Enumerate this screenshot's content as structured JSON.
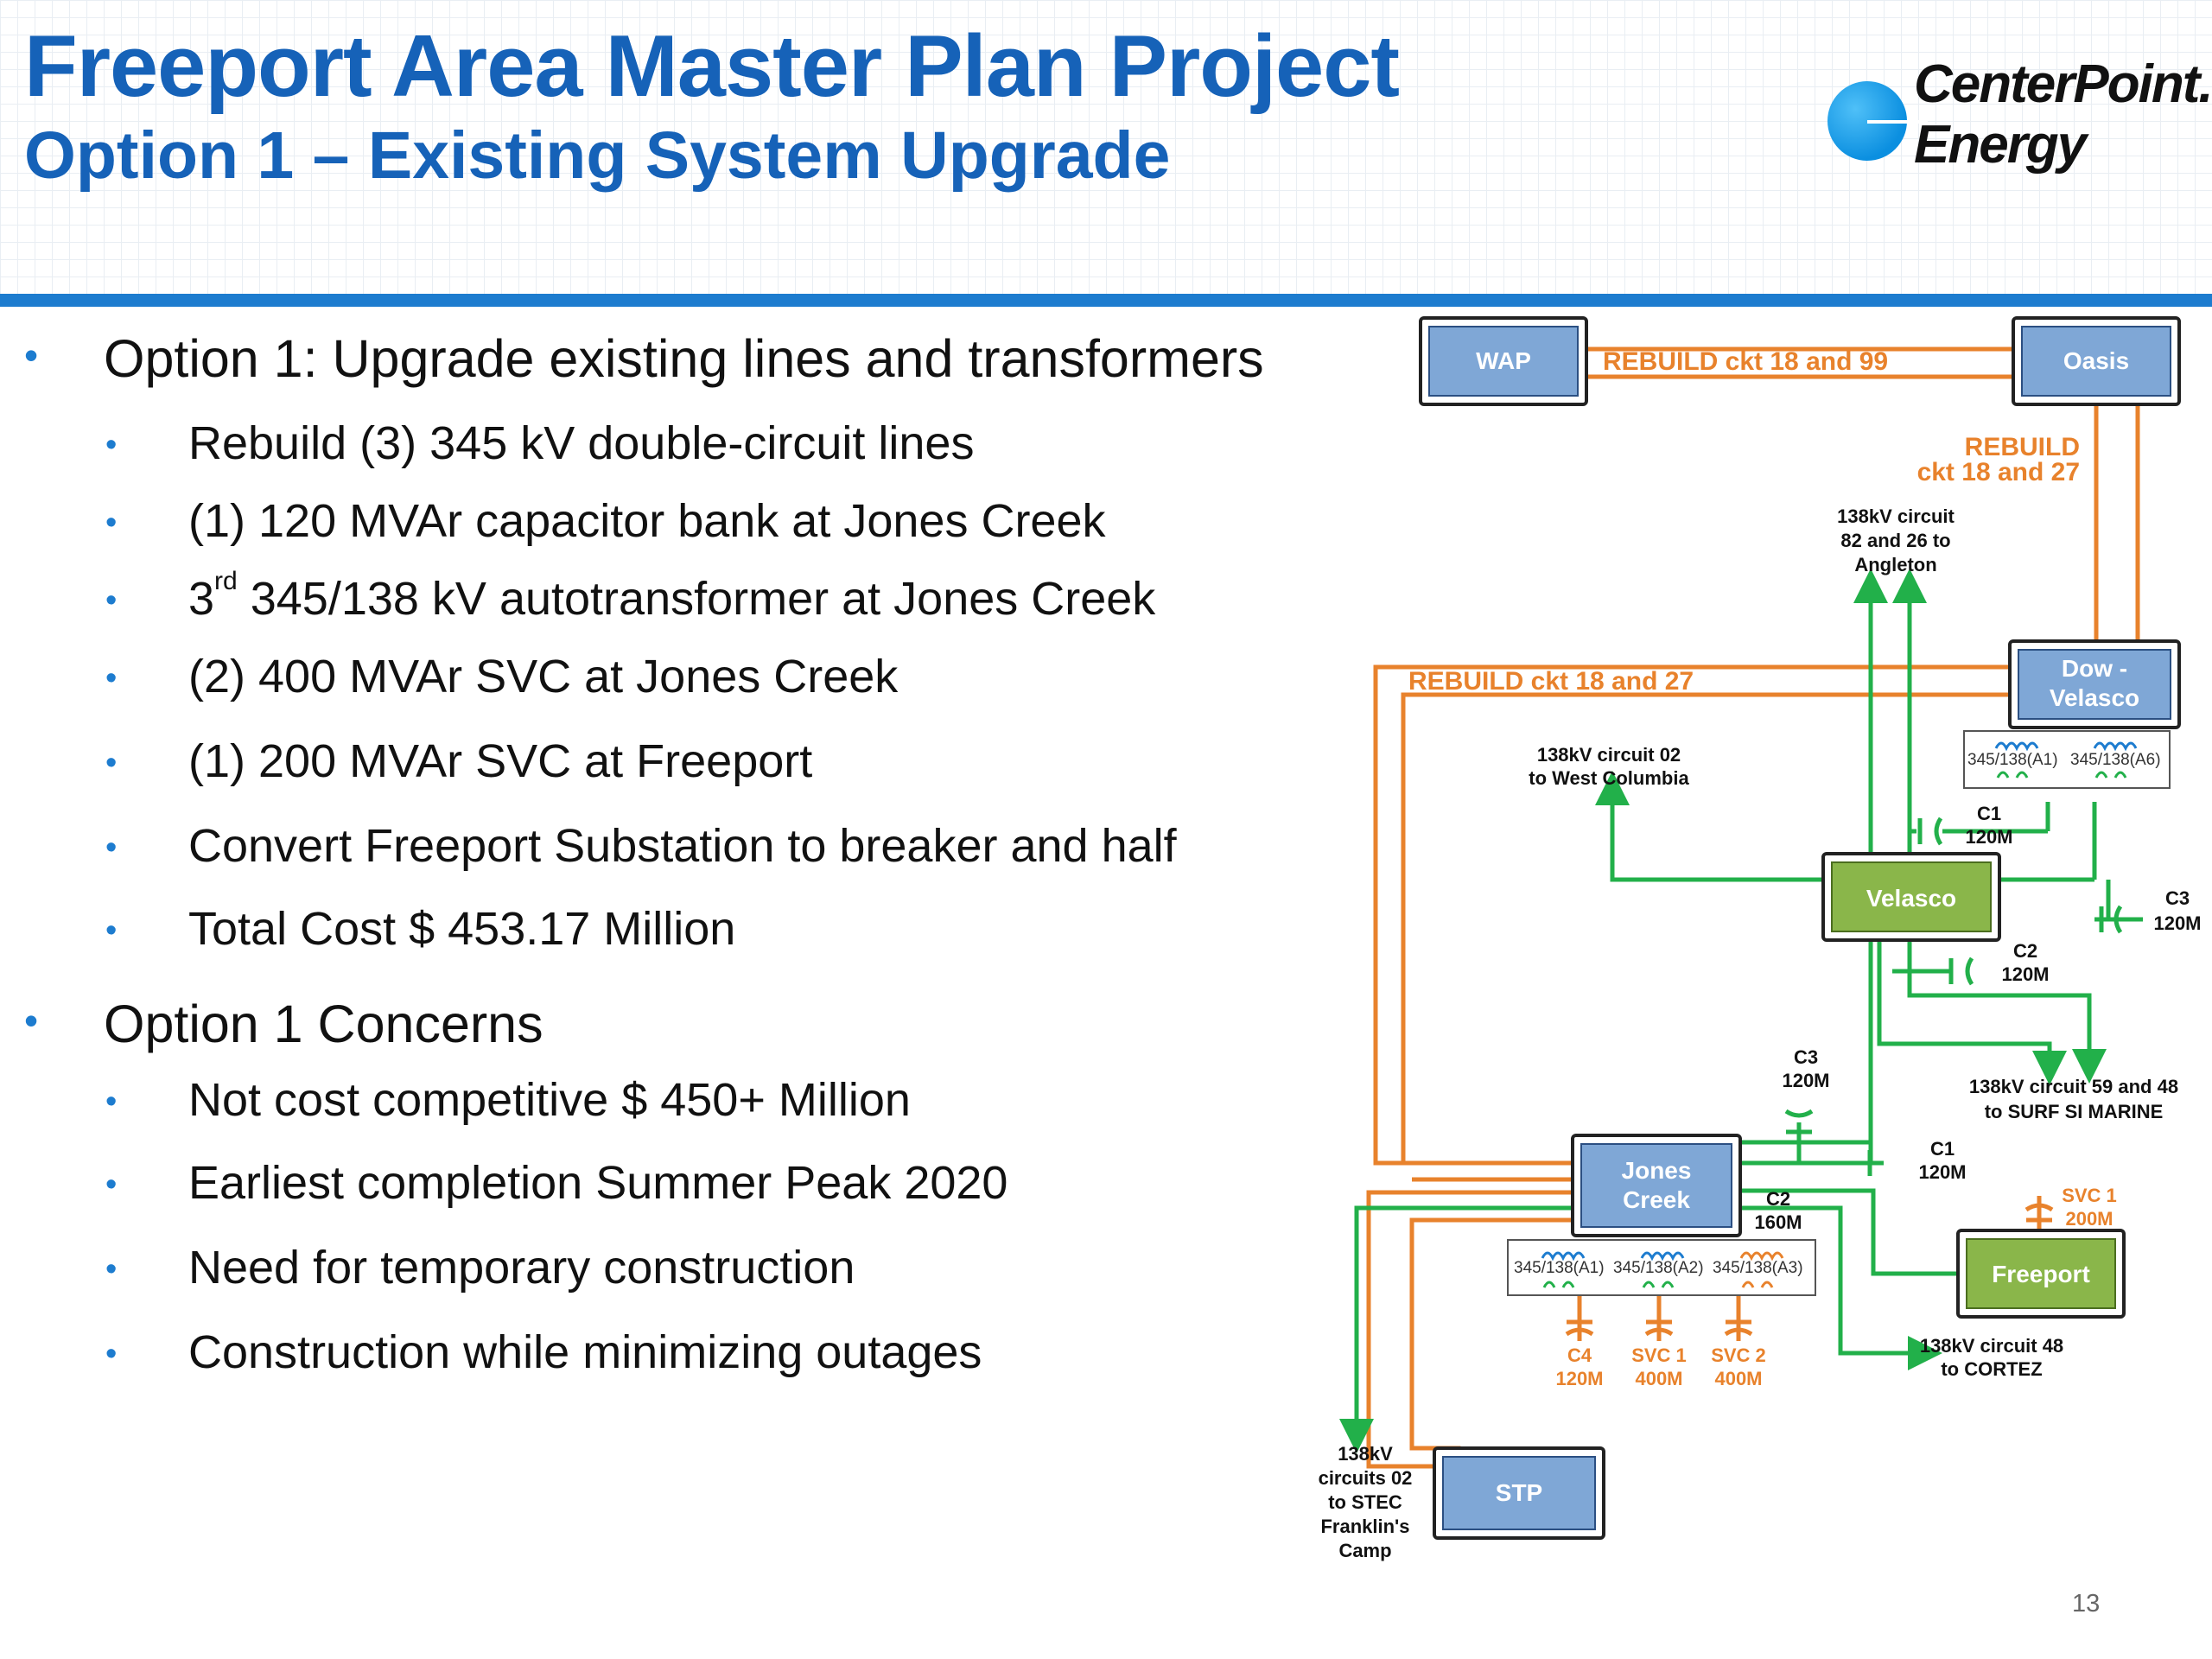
{
  "slide": {
    "title": "Freeport Area Master Plan Project",
    "subtitle": "Option 1 – Existing System Upgrade",
    "logo": {
      "line1": "CenterPoint.",
      "line2": "Energy"
    },
    "page_number": "13"
  },
  "bullets": [
    {
      "text": "Option 1: Upgrade existing lines and transformers",
      "children": [
        {
          "text": "Rebuild (3) 345 kV double-circuit lines"
        },
        {
          "text": "(1) 120 MVAr capacitor bank at Jones Creek"
        },
        {
          "prefix": "3",
          "sup": "rd",
          "text": " 345/138 kV autotransformer at Jones Creek"
        },
        {
          "text": "(2) 400 MVAr SVC at Jones Creek"
        },
        {
          "text": "(1) 200 MVAr SVC at Freeport"
        },
        {
          "text": "Convert Freeport Substation to breaker and half"
        },
        {
          "text": "Total Cost $ 453.17 Million"
        }
      ]
    },
    {
      "text": "Option 1 Concerns",
      "children": [
        {
          "text": "Not cost competitive $ 450+ Million"
        },
        {
          "text": "Earliest completion Summer Peak 2020"
        },
        {
          "text": "Need for temporary construction"
        },
        {
          "text": "Construction while minimizing outages"
        }
      ]
    }
  ],
  "diagram": {
    "colors": {
      "orange_line": "#e8822c",
      "green_line": "#22b04a",
      "blue_box": "#7fa7d6",
      "green_box": "#8ab64a"
    },
    "substations": {
      "wap": "WAP",
      "oasis": "Oasis",
      "dow_velasco": [
        "Dow -",
        "Velasco"
      ],
      "velasco": "Velasco",
      "jones_creek": [
        "Jones",
        "Creek"
      ],
      "freeport": "Freeport",
      "stp": "STP"
    },
    "labels": {
      "rebuild_18_99": "REBUILD ckt 18 and 99",
      "rebuild_18_27_right": [
        "REBUILD",
        "ckt 18 and 27"
      ],
      "rebuild_18_27_left": "REBUILD ckt 18 and 27",
      "angleton": [
        "138kV circuit",
        "82 and 26 to",
        "Angleton"
      ],
      "west_columbia": [
        "138kV circuit 02",
        "to West Columbia"
      ],
      "surfsi": [
        "138kV circuit 59 and 48",
        "to SURF SI  MARINE"
      ],
      "cortez": [
        "138kV circuit 48",
        "to CORTEZ"
      ],
      "stec": [
        "138kV",
        "circuits 02",
        "to STEC",
        "Franklin's",
        "Camp"
      ],
      "dv_transformers": [
        "345/138(A1)",
        "345/138(A6)"
      ],
      "jc_transformers": [
        "345/138(A1)",
        "345/138(A2)",
        "345/138(A3)"
      ],
      "cap_c1_velasco": [
        "C1",
        "120M"
      ],
      "cap_c3_velasco": [
        "C3",
        "120M"
      ],
      "cap_c2_velasco": [
        "C2",
        "120M"
      ],
      "cap_c3_jc": [
        "C3",
        "120M"
      ],
      "cap_c1_jc": [
        "C1",
        "120M"
      ],
      "cap_c2_jc": [
        "C2",
        "160M"
      ],
      "svc1_freeport": [
        "SVC 1",
        "200M"
      ],
      "c4": [
        "C4",
        "120M"
      ],
      "svc1": [
        "SVC 1",
        "400M"
      ],
      "svc2": [
        "SVC 2",
        "400M"
      ]
    }
  }
}
